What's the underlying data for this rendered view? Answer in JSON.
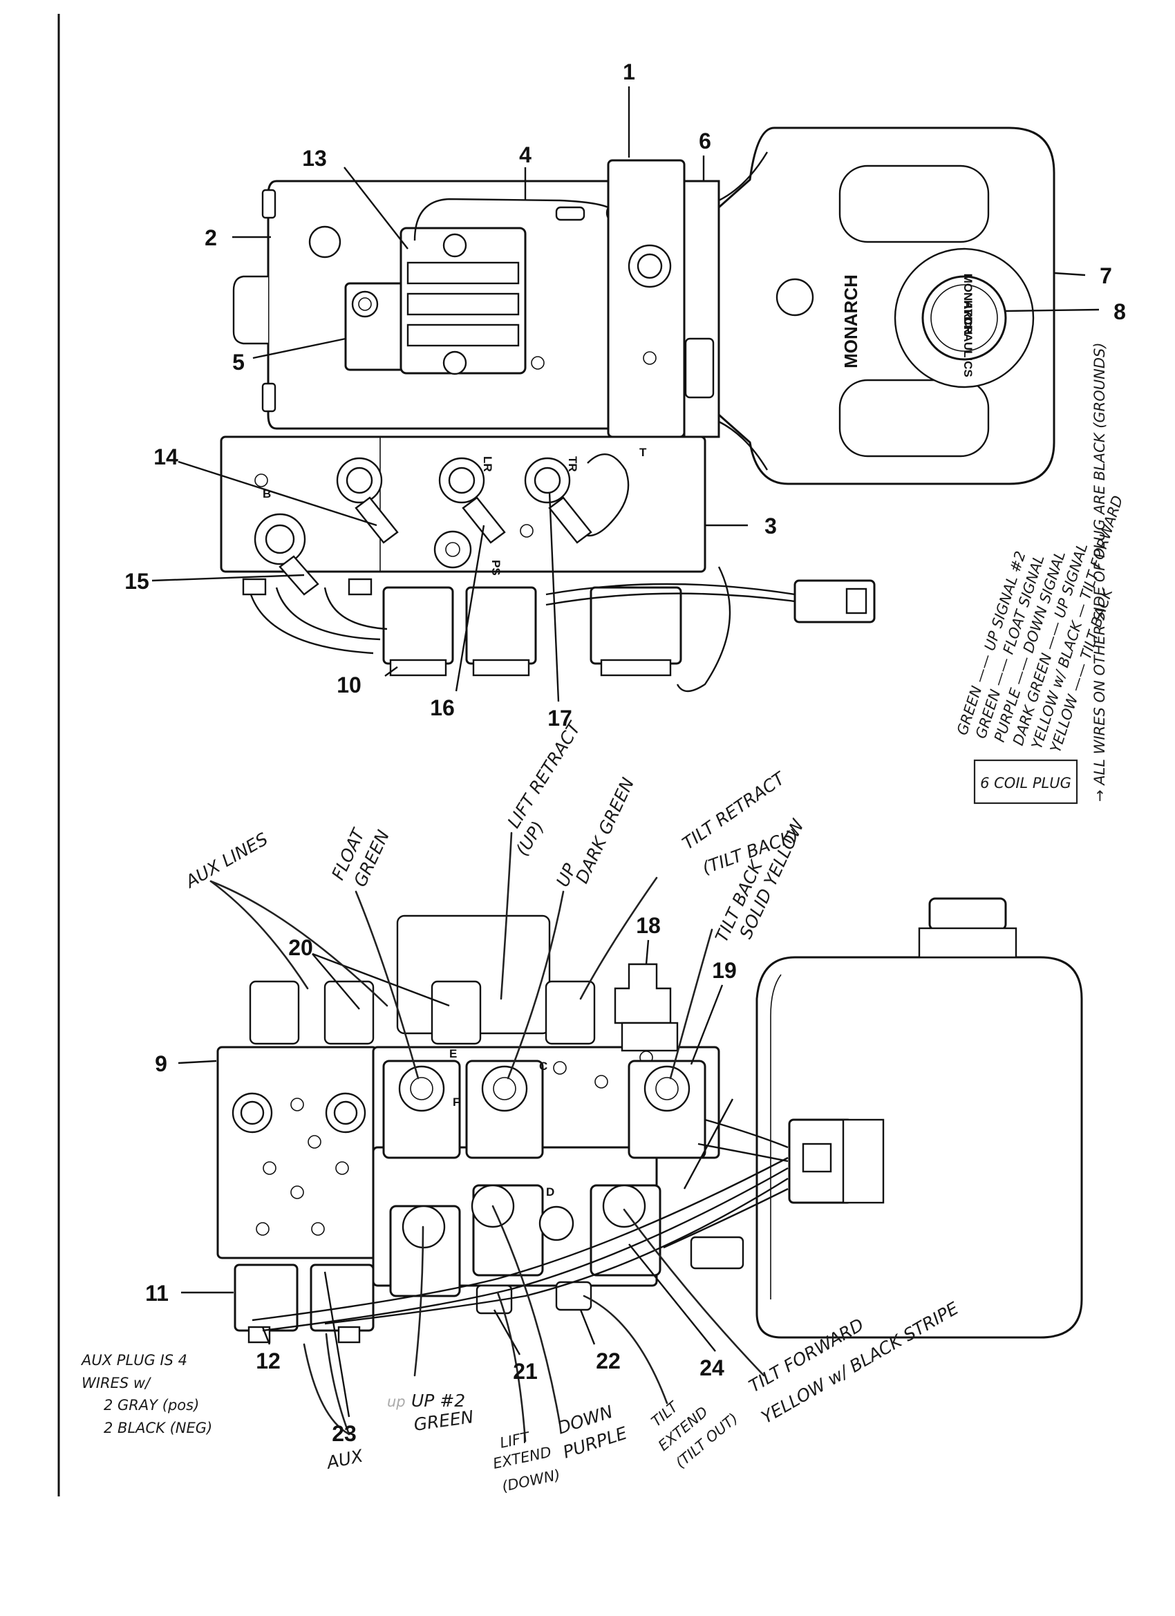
{
  "callouts": {
    "c1": "1",
    "c2": "2",
    "c3": "3",
    "c4": "4",
    "c5": "5",
    "c6": "6",
    "c7": "7",
    "c8": "8",
    "c9": "9",
    "c10": "10",
    "c11": "11",
    "c12": "12",
    "c13": "13",
    "c14": "14",
    "c15": "15",
    "c16": "16",
    "c17": "17",
    "c18": "18",
    "c19": "19",
    "c20": "20",
    "c21": "21",
    "c22": "22",
    "c23": "23",
    "c24": "24"
  },
  "stamps": {
    "monarch": "MONARCH",
    "cap_top": "MONARCH",
    "cap_bottom": "HYDRAULICS",
    "port_b": "B",
    "port_lr": "LR",
    "port_tr": "TR",
    "port_t": "T",
    "port_ps": "PS",
    "port_e": "E",
    "port_c": "C",
    "port_f": "F",
    "port_d": "D"
  },
  "coil_plug": {
    "box_label": "6 COIL PLUG",
    "wires": [
      "GREEN —— UP SIGNAL #2",
      "GREEN —— FLOAT SIGNAL",
      "PURPLE —— DOWN SIGNAL",
      "DARK GREEN —— UP SIGNAL",
      "YELLOW w/ BLACK — TILT FORWARD",
      "YELLOW —— TILT BACK"
    ],
    "ground_note": "→ ALL WIRES ON OTHER SIDE OF PLUG ARE BLACK (GROUNDS)"
  },
  "notes": {
    "aux_lines": "AUX LINES",
    "float_green": [
      "FLOAT",
      "GREEN"
    ],
    "lift_retract": [
      "LIFT RETRACT",
      "(UP)"
    ],
    "up_dark_green": [
      "UP",
      "DARK GREEN"
    ],
    "tilt_retract": [
      "TILT RETRACT",
      "(TILT BACK)"
    ],
    "tilt_back_yellow": [
      "TILT BACK",
      "SOLID YELLOW"
    ],
    "aux_plug": [
      "AUX PLUG IS 4",
      "WIRES w/",
      "2 GRAY (pos)",
      "2 BLACK (NEG)"
    ],
    "aux": "AUX",
    "up2_green": [
      "UP #2",
      "GREEN"
    ],
    "up2_faint": "up",
    "lift_extend": [
      "LIFT",
      "EXTEND",
      "(DOWN)"
    ],
    "down_purple": [
      "DOWN",
      "PURPLE"
    ],
    "tilt_extend": [
      "TILT",
      "EXTEND",
      "(TILT OUT)"
    ],
    "tilt_forward": [
      "TILT FORWARD",
      "YELLOW w/ BLACK STRIPE"
    ]
  }
}
